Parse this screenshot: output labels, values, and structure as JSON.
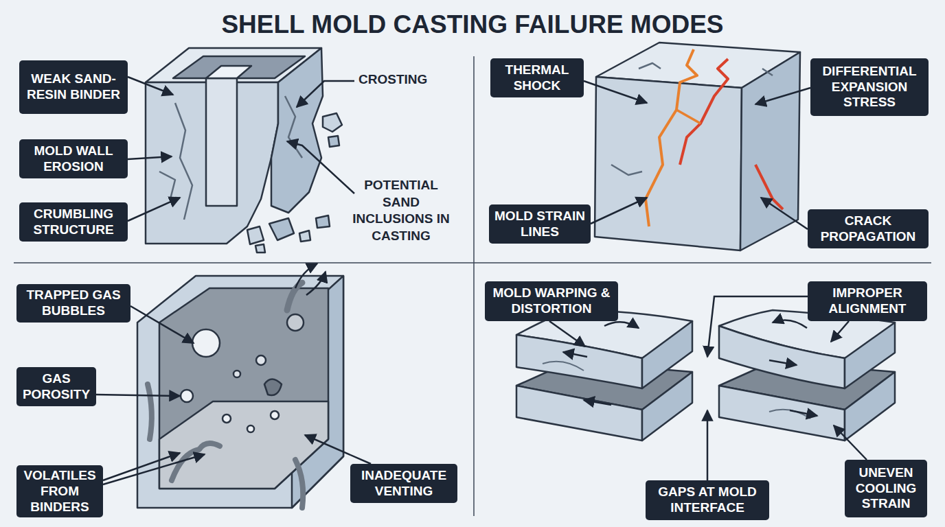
{
  "diagram": {
    "title": "SHELL MOLD CASTING FAILURE MODES",
    "nodes": [
      {
        "text": [
          "WEAK SAND-RESIN BINDER"
        ]
      },
      {
        "text": [
          "MOLD WALL EROSION"
        ]
      },
      {
        "text": [
          "CRUMBLING STRUCTURE"
        ]
      },
      {
        "text": [
          "THERMAL SHOCK"
        ]
      },
      {
        "text": [
          "DIFFERENTIAL EXPANSION STRESS"
        ]
      },
      {
        "text": [
          "MOLD STRAIN LINES"
        ]
      },
      {
        "text": [
          "CRACK PROPAGATION"
        ]
      },
      {
        "text": [
          "TRAPPED GAS BUBBLES"
        ]
      },
      {
        "text": [
          "GAS POROSITY"
        ]
      },
      {
        "text": [
          "VOLATILES FROM BINDERS"
        ]
      },
      {
        "text": [
          "INADEQUATE VENTING"
        ]
      },
      {
        "text": [
          "MOLD WARPING & DISTORTION"
        ]
      },
      {
        "text": [
          "IMPROPER ALIGNMENT"
        ]
      },
      {
        "text": [
          "GAPS AT MOLD INTERFACE"
        ]
      },
      {
        "text": [
          "UNEVEN COOLING STRAIN"
        ]
      }
    ],
    "labels": [
      "CROSTING",
      "POTENTIAL SAND INCLUSIONS IN CASTING"
    ]
  }
}
